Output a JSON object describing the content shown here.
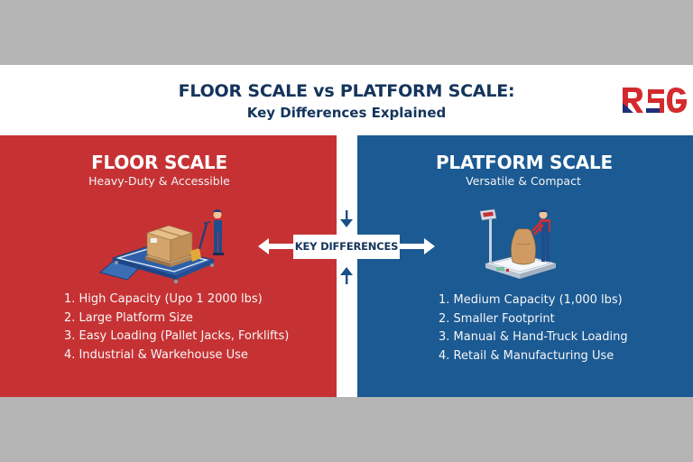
{
  "header": {
    "title": "FLOOR SCALE vs PLATFORM SCALE:",
    "subtitle": "Key Differences Explained",
    "logo_text": "RSG"
  },
  "center": {
    "label": "KEY DIFFERENCES",
    "icons": [
      "arrow-left-icon",
      "arrow-right-icon",
      "arrow-down-icon",
      "arrow-up-icon"
    ]
  },
  "left_panel": {
    "title": "FLOOR SCALE",
    "subtitle": "Heavy-Duty & Accessible",
    "illustration": "worker-pallet-jack-on-floor-scale",
    "features": [
      "1. High Capacity (Upo 1 2000 lbs)",
      "2. Large Platform Size",
      "3. Easy Loading (Pallet Jacks, Forklifts)",
      "4. Industrial & Warkehouse Use"
    ]
  },
  "right_panel": {
    "title": "PLATFORM SCALE",
    "subtitle": "Versatile & Compact",
    "illustration": "worker-sack-on-platform-scale",
    "features": [
      "1. Medium Capacity (1,000 lbs)",
      "2. Smaller Footprint",
      "3. Manual & Hand-Truck Loading",
      "4. Retail & Manufacturing Use"
    ]
  },
  "colors": {
    "background": "#b4b4b4",
    "navy_text": "#14345c",
    "red_panel": "#c63234",
    "blue_panel": "#1b5a93",
    "white": "#ffffff"
  }
}
